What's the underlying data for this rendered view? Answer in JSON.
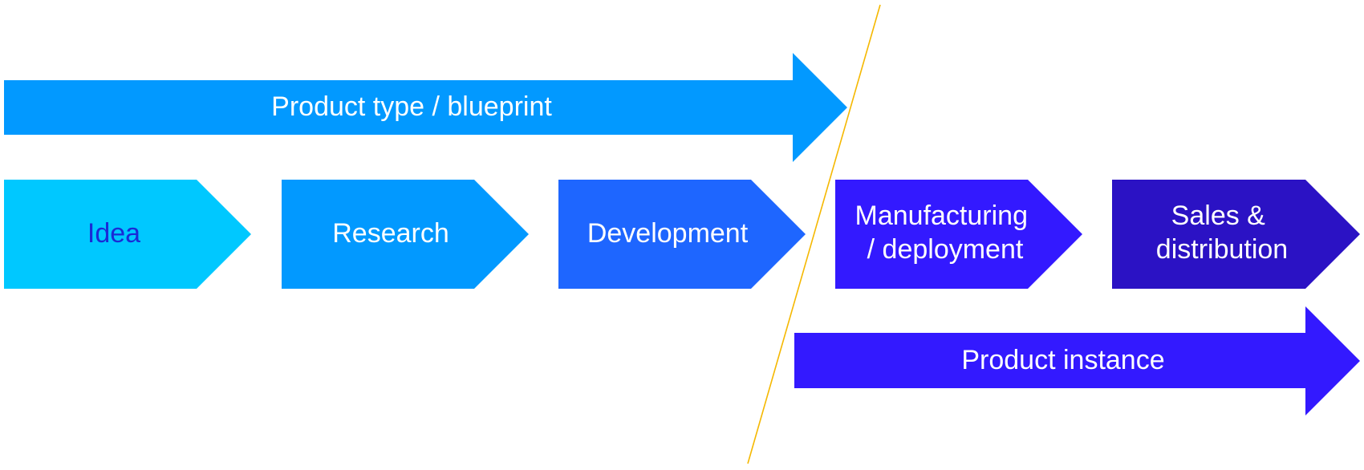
{
  "diagram": {
    "top_arrow": {
      "label": "Product type / blueprint",
      "color": "#0299FF"
    },
    "bottom_arrow": {
      "label": "Product instance",
      "color": "#3319FF"
    },
    "divider": {
      "color": "#F5B800"
    },
    "stages": [
      {
        "label_lines": [
          "Idea"
        ],
        "color": "#00C8FF",
        "text_color": "#1A2BD6"
      },
      {
        "label_lines": [
          "Research"
        ],
        "color": "#0299FF",
        "text_color": "#FFFFFF"
      },
      {
        "label_lines": [
          "Development"
        ],
        "color": "#1E66FF",
        "text_color": "#FFFFFF"
      },
      {
        "label_lines": [
          "Manufacturing",
          "/ deployment"
        ],
        "color": "#3319FF",
        "text_color": "#FFFFFF"
      },
      {
        "label_lines": [
          "Sales &",
          "distribution"
        ],
        "color": "#2B12C4",
        "text_color": "#FFFFFF"
      }
    ]
  }
}
